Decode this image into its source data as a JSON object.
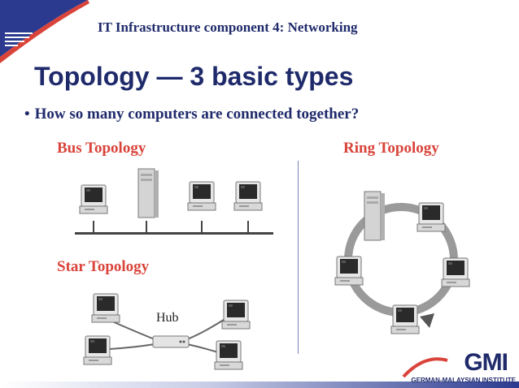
{
  "header": {
    "text": "IT Infrastructure component 4: Networking"
  },
  "title": {
    "text": "Topology — 3 basic types"
  },
  "bullet": {
    "symbol": "•",
    "text": "How so many computers are connected together?"
  },
  "diagrams": {
    "bus_label": "Bus Topology",
    "ring_label": "Ring Topology",
    "star_label": "Star Topology",
    "hub_label": "Hub"
  },
  "logo": {
    "name": "GMI",
    "subtitle": "GERMAN-MALAYSIAN INSTITUTE"
  },
  "colors": {
    "navy": "#1f2a6b",
    "accent_red": "#d9433a",
    "corner_blue": "#2b3a8f"
  }
}
